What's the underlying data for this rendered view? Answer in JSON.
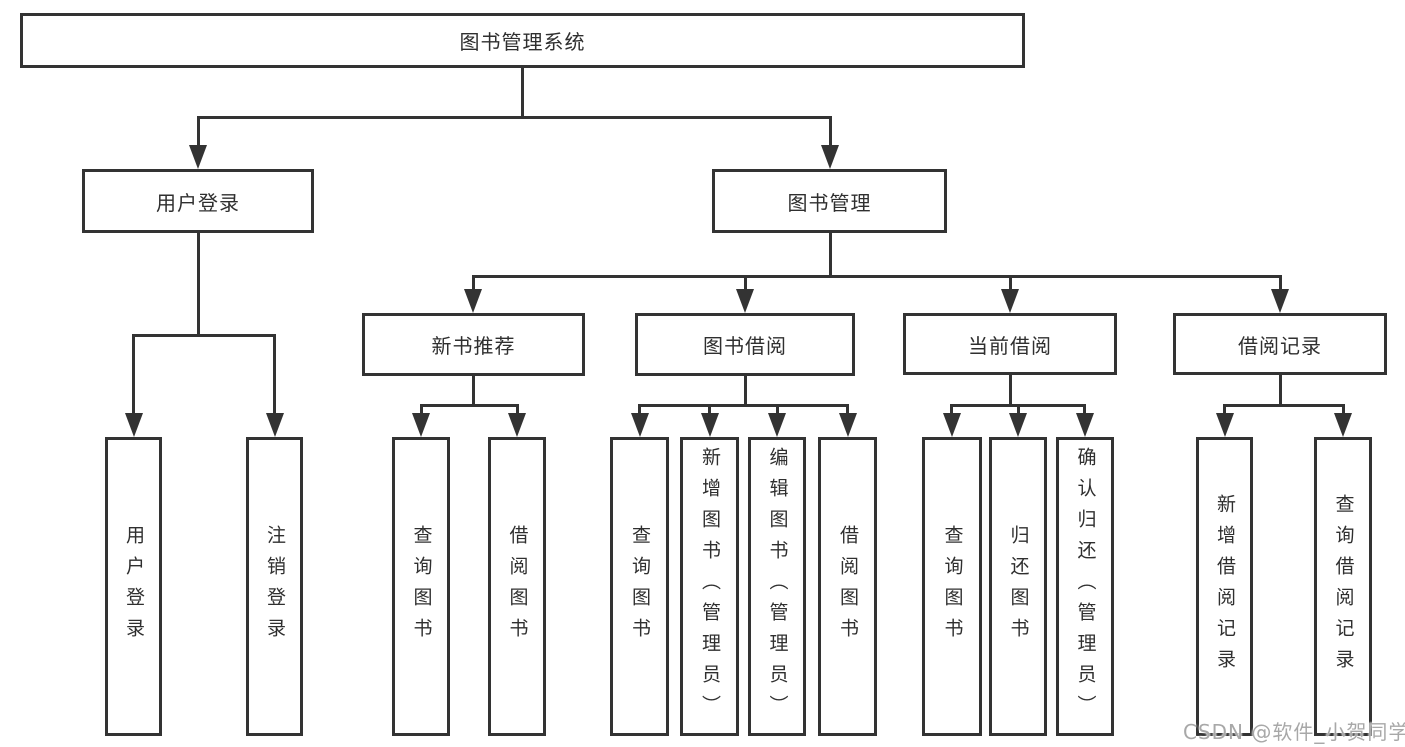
{
  "diagram": {
    "root": {
      "label": "图书管理系统"
    },
    "branches": [
      {
        "label": "用户登录",
        "children": [
          {
            "label": "用户登录"
          },
          {
            "label": "注销登录"
          }
        ]
      },
      {
        "label": "图书管理",
        "children": [
          {
            "label": "新书推荐",
            "children": [
              {
                "label": "查询图书"
              },
              {
                "label": "借阅图书"
              }
            ]
          },
          {
            "label": "图书借阅",
            "children": [
              {
                "label": "查询图书"
              },
              {
                "label": "新增图书（管理员）"
              },
              {
                "label": "编辑图书（管理员）"
              },
              {
                "label": "借阅图书"
              }
            ]
          },
          {
            "label": "当前借阅",
            "children": [
              {
                "label": "查询图书"
              },
              {
                "label": "归还图书"
              },
              {
                "label": "确认归还（管理员）"
              }
            ]
          },
          {
            "label": "借阅记录",
            "children": [
              {
                "label": "新增借阅记录"
              },
              {
                "label": "查询借阅记录"
              }
            ]
          }
        ]
      }
    ]
  },
  "watermark": {
    "text": "CSDN @软件_小贺同学"
  },
  "colors": {
    "line": "#333333",
    "box_fill": "#ffffff",
    "text": "#2f2f2f",
    "watermark": "#a8a8a8",
    "background": "#ffffff"
  }
}
